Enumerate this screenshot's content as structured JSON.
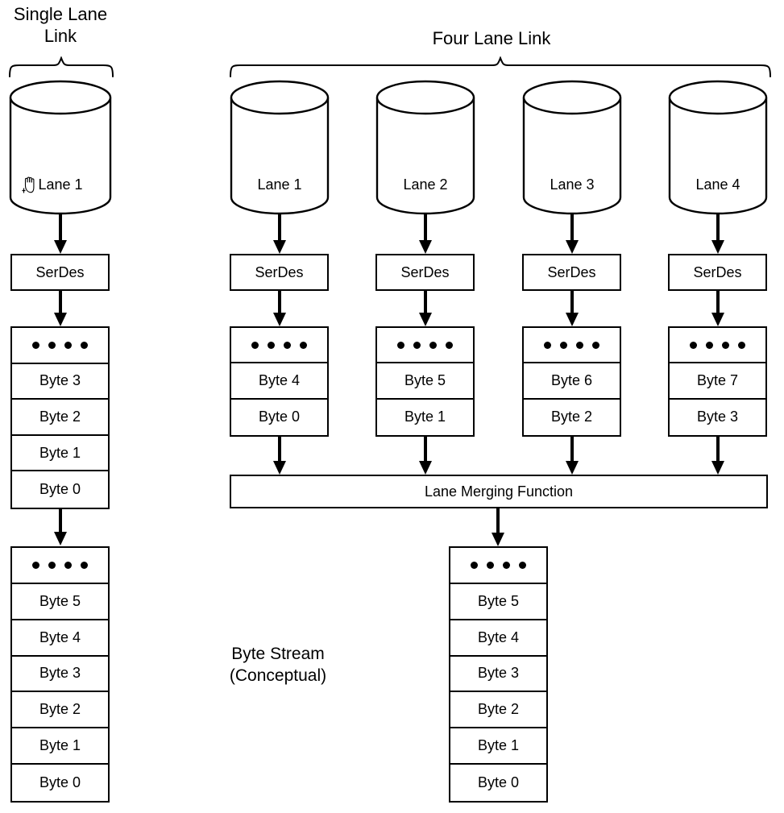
{
  "diagram": {
    "headings": {
      "single_lane": "Single Lane\nLink",
      "four_lane": "Four Lane Link"
    },
    "byte_stream_label": "Byte Stream\n(Conceptual)",
    "merge_label": "Lane Merging Function",
    "serdes_label": "SerDes",
    "colors": {
      "stroke": "#000000",
      "fill": "#ffffff",
      "text": "#000000"
    },
    "single_lane": {
      "cylinder_label": "Lane 1",
      "serdes": "SerDes",
      "lane_stack": [
        "dots",
        "Byte 3",
        "Byte 2",
        "Byte 1",
        "Byte 0"
      ],
      "stream_stack": [
        "dots",
        "Byte 5",
        "Byte 4",
        "Byte 3",
        "Byte 2",
        "Byte 1",
        "Byte 0"
      ]
    },
    "four_lane": {
      "lanes": [
        {
          "cylinder_label": "Lane 1",
          "serdes": "SerDes",
          "stack": [
            "dots",
            "Byte 4",
            "Byte 0"
          ]
        },
        {
          "cylinder_label": "Lane 2",
          "serdes": "SerDes",
          "stack": [
            "dots",
            "Byte 5",
            "Byte 1"
          ]
        },
        {
          "cylinder_label": "Lane 3",
          "serdes": "SerDes",
          "stack": [
            "dots",
            "Byte 6",
            "Byte 2"
          ]
        },
        {
          "cylinder_label": "Lane 4",
          "serdes": "SerDes",
          "stack": [
            "dots",
            "Byte 7",
            "Byte 3"
          ]
        }
      ],
      "merged_stack": [
        "dots",
        "Byte 5",
        "Byte 4",
        "Byte 3",
        "Byte 2",
        "Byte 1",
        "Byte 0"
      ]
    },
    "cursor": {
      "icon": "grab-hand-cursor"
    }
  }
}
